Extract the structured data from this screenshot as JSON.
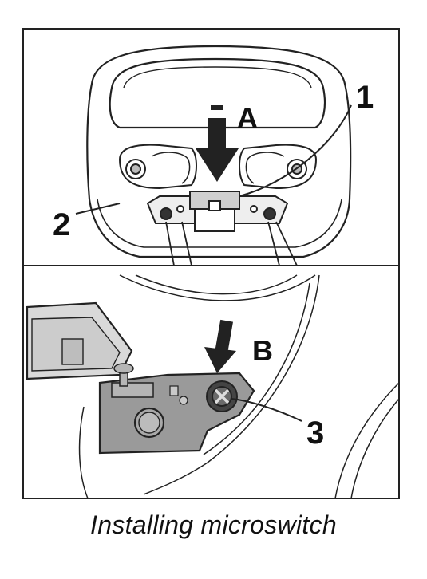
{
  "callouts": {
    "one": "1",
    "two": "2",
    "three": "3",
    "a": "A",
    "b": "B"
  },
  "caption": "Installing microswitch",
  "colors": {
    "ink": "#111111",
    "part_fill": "#d9d9d9",
    "switch_fill": "#9a9a9a",
    "light_fill": "#eeeeee"
  }
}
